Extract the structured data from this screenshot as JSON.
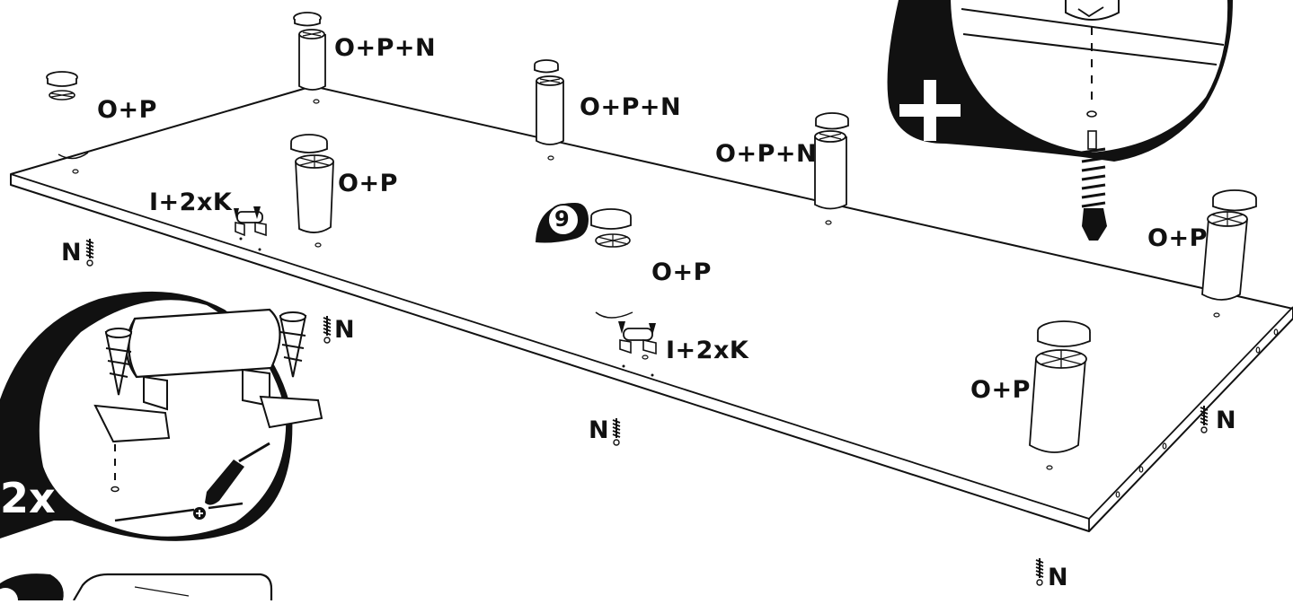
{
  "step": {
    "number": "9"
  },
  "detail_screw_callout": {
    "multiplier": "2x"
  },
  "detail_leg_callout": {
    "sign": "+"
  },
  "labels": {
    "leg_back_left_near": "O+P",
    "leg_back_left": "O+P+N",
    "leg_back_mid": "O+P+N",
    "leg_back_right": "O+P+N",
    "leg_front_left": "O+P",
    "leg_center": "O+P",
    "leg_right_back": "O+P",
    "leg_right_front": "O+P",
    "bracket_left": "I+2xK",
    "bracket_center": "I+2xK",
    "screw_left": "N",
    "screw_mid_left": "N",
    "screw_center": "N",
    "screw_right": "N",
    "screw_bottom_right": "N"
  },
  "colors": {
    "ink": "#111111",
    "paper": "#ffffff"
  }
}
